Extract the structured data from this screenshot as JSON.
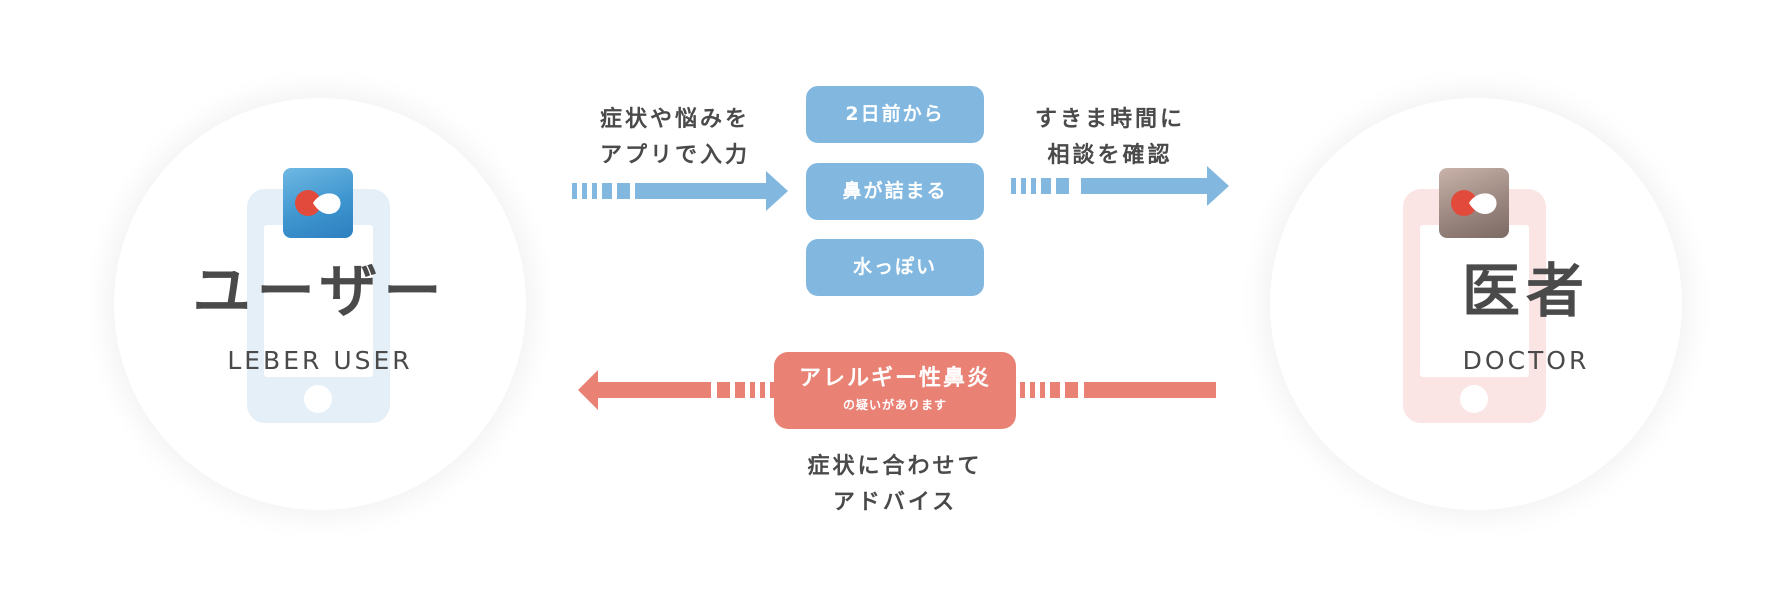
{
  "colors": {
    "blue_accent": "#82b8e0",
    "red_accent": "#e98275",
    "text": "#4a4a4a"
  },
  "user": {
    "title": "ユーザー",
    "subtitle": "LEBER USER",
    "icons": [
      "smartphone-icon",
      "leber-app-icon"
    ]
  },
  "doctor": {
    "title": "医者",
    "subtitle": "DOCTOR",
    "icons": [
      "smartphone-icon",
      "leber-app-icon"
    ]
  },
  "flow": {
    "input_label_line1": "症状や悩みを",
    "input_label_line2": "アプリで入力",
    "consult_label_line1": "すきま時間に",
    "consult_label_line2": "相談を確認",
    "symptoms": [
      "2日前から",
      "鼻が詰まる",
      "水っぽい"
    ],
    "diagnosis_main": "アレルギー性鼻炎",
    "diagnosis_sub": "の疑いがあります",
    "advice_label_line1": "症状に合わせて",
    "advice_label_line2": "アドバイス"
  }
}
